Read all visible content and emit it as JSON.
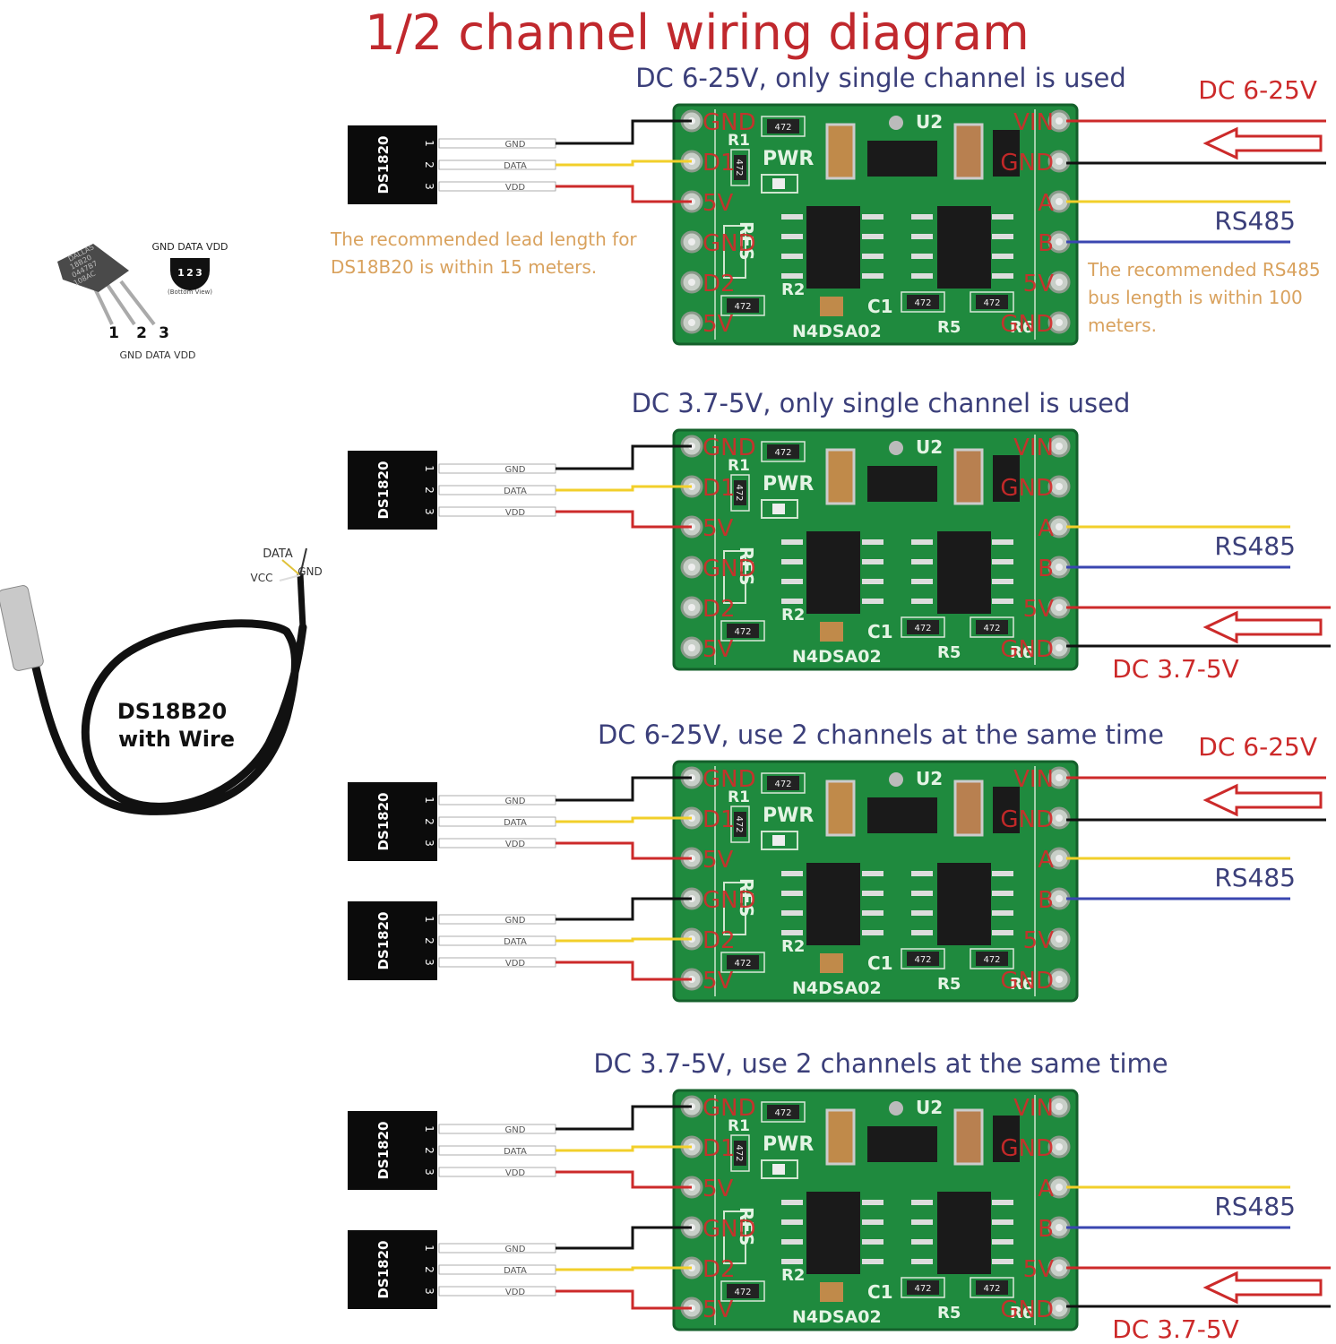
{
  "title": "1/2 channel wiring diagram",
  "colors": {
    "title": "#c0282d",
    "subtitle": "#3b3f7a",
    "note": "#d9a25e",
    "board": "#1f8a3e",
    "wire_gnd": "#111111",
    "wire_data": "#f2cf2a",
    "wire_vdd": "#cc2a2a",
    "wire_b": "#3a46b0"
  },
  "sensor_part": {
    "top_labels": "GND DATA VDD",
    "view_label": "(Bottom View)",
    "pin_numbers": [
      "1",
      "2",
      "3"
    ],
    "bottom_labels": "GND DATA VDD",
    "package_text": [
      "DALLAS",
      "18B20",
      "0447B7",
      "108AC"
    ]
  },
  "probe": {
    "label_line1": "DS18B20",
    "label_line2": "with Wire",
    "wire_labels": [
      "DATA",
      "VCC",
      "GND"
    ]
  },
  "sensor_block": {
    "name": "DS1820",
    "pins": [
      "1",
      "2",
      "3"
    ],
    "wire_labels": [
      "GND",
      "DATA",
      "VDD"
    ]
  },
  "board": {
    "left_pins": [
      "GND",
      "D1",
      "5V",
      "GND",
      "D2",
      "5V"
    ],
    "right_pins": [
      "VIN",
      "GND",
      "A",
      "B",
      "5V",
      "GND"
    ],
    "silk": {
      "r1": "R1",
      "pwr": "PWR",
      "u2": "U2",
      "res": "RES",
      "r2": "R2",
      "c1": "C1",
      "model": "N4DSA02",
      "r5": "R5",
      "r6": "R6",
      "resistor_code": "472"
    }
  },
  "panels": [
    {
      "subtitle": "DC 6-25V, only single channel is used",
      "sensors": 1,
      "power": "top",
      "power_label": "DC 6-25V",
      "rs485_label": "RS485",
      "left_note": [
        "The recommended lead length for",
        "DS18B20 is within 15 meters."
      ],
      "right_note": [
        "The recommended RS485",
        "bus length is within 100",
        "meters."
      ]
    },
    {
      "subtitle": "DC 3.7-5V, only single channel is used",
      "sensors": 1,
      "power": "bottom",
      "power_label": "DC 3.7-5V",
      "rs485_label": "RS485"
    },
    {
      "subtitle": "DC 6-25V, use 2 channels at the same time",
      "sensors": 2,
      "power": "top",
      "power_label": "DC 6-25V",
      "rs485_label": "RS485"
    },
    {
      "subtitle": "DC 3.7-5V, use 2 channels at the same time",
      "sensors": 2,
      "power": "bottom",
      "power_label": "DC 3.7-5V",
      "rs485_label": "RS485"
    }
  ]
}
